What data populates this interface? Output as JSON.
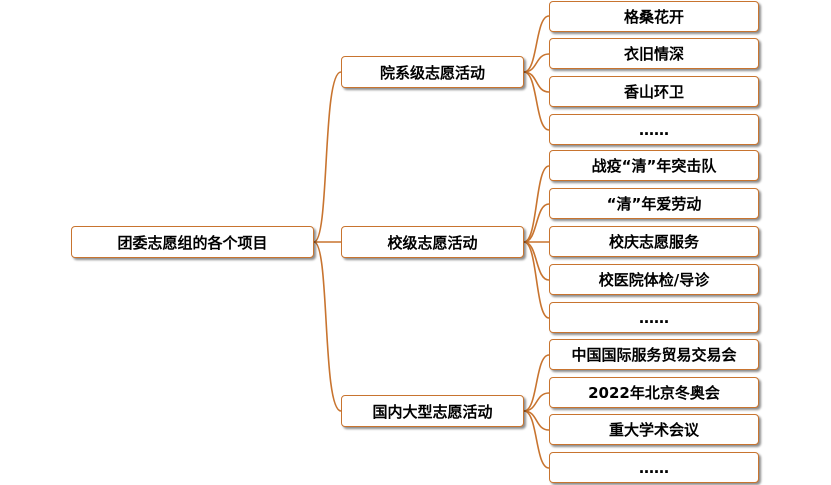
{
  "root": {
    "label": "团委志愿组的各个项目"
  },
  "categories": [
    {
      "label": "院系级志愿活动",
      "items": [
        "格桑花开",
        "衣旧情深",
        "香山环卫",
        "……"
      ]
    },
    {
      "label": "校级志愿活动",
      "items": [
        "战疫“清”年突击队",
        "“清”年爱劳动",
        "校庆志愿服务",
        "校医院体检/导诊",
        "……"
      ]
    },
    {
      "label": "国内大型志愿活动",
      "items": [
        "中国国际服务贸易交易会",
        "2022年北京冬奥会",
        "重大学术会议",
        "……"
      ]
    }
  ],
  "colors": {
    "line": "#c8742f",
    "border": "#c8742f"
  }
}
